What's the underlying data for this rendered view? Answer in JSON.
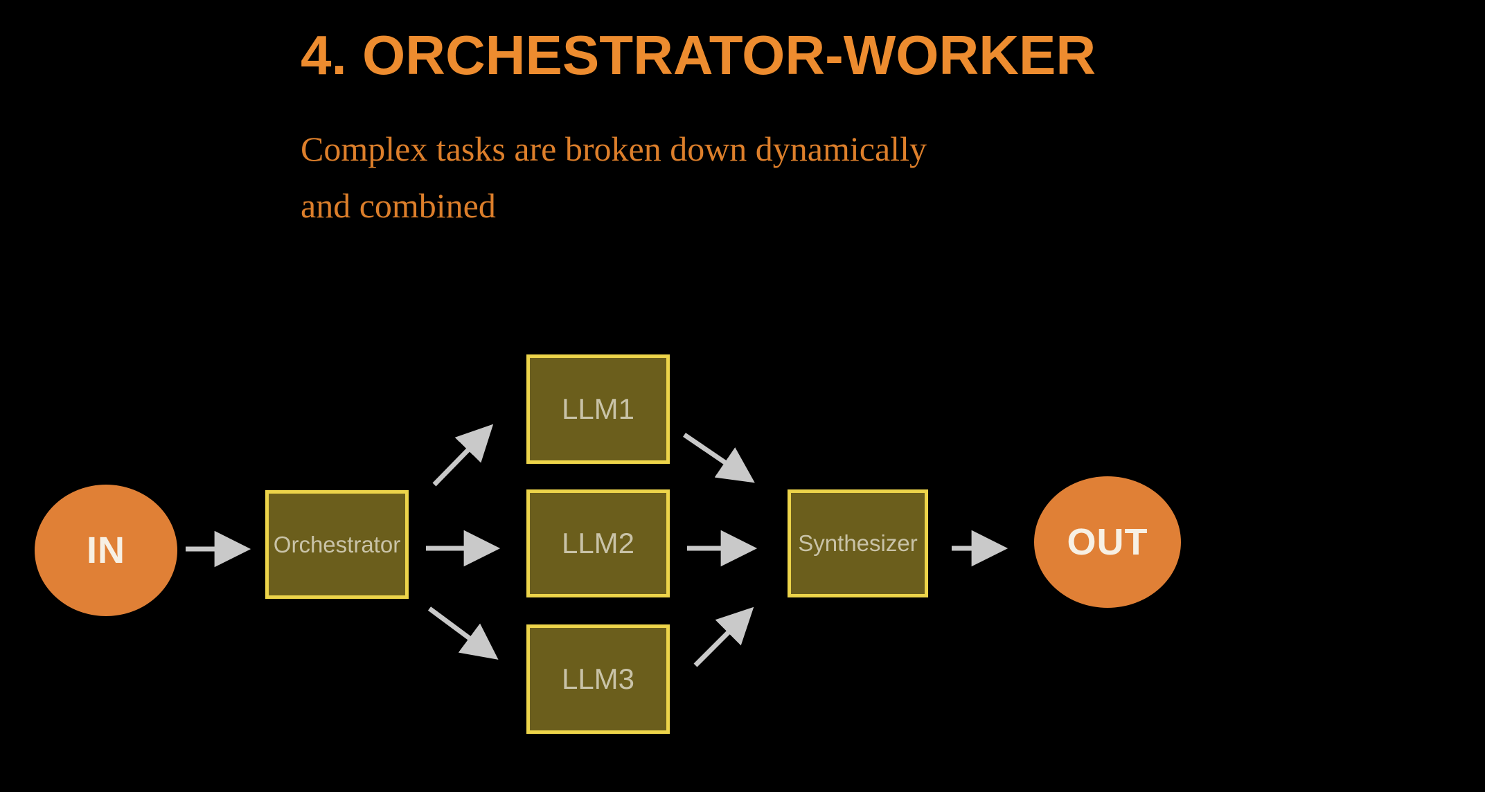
{
  "slide": {
    "title": "4. ORCHESTRATOR-WORKER",
    "subtitle": "Complex tasks are broken down dynamically and combined",
    "subtitle_lines": [
      "Complex tasks are broken down dynamically",
      "and combined"
    ]
  },
  "diagram": {
    "nodes": {
      "in": {
        "label": "IN",
        "shape": "circle"
      },
      "orchestrator": {
        "label": "Orchestrator",
        "shape": "rect"
      },
      "llm1": {
        "label": "LLM1",
        "shape": "rect"
      },
      "llm2": {
        "label": "LLM2",
        "shape": "rect"
      },
      "llm3": {
        "label": "LLM3",
        "shape": "rect"
      },
      "synthesizer": {
        "label": "Synthesizer",
        "shape": "rect"
      },
      "out": {
        "label": "OUT",
        "shape": "circle"
      }
    },
    "edges": [
      {
        "from": "in",
        "to": "orchestrator"
      },
      {
        "from": "orchestrator",
        "to": "llm1"
      },
      {
        "from": "orchestrator",
        "to": "llm2"
      },
      {
        "from": "orchestrator",
        "to": "llm3"
      },
      {
        "from": "llm1",
        "to": "synthesizer"
      },
      {
        "from": "llm2",
        "to": "synthesizer"
      },
      {
        "from": "llm3",
        "to": "synthesizer"
      },
      {
        "from": "synthesizer",
        "to": "out"
      }
    ]
  },
  "colors": {
    "background": "#000000",
    "title": "#ED8C2F",
    "subtitle": "#DD7F2B",
    "terminal_fill": "#E08036",
    "terminal_text": "#F7F0E4",
    "box_fill": "#6B5E1C",
    "box_border": "#EDD44A",
    "box_text": "#C9C3A8",
    "arrow": "#C9C9C9"
  }
}
